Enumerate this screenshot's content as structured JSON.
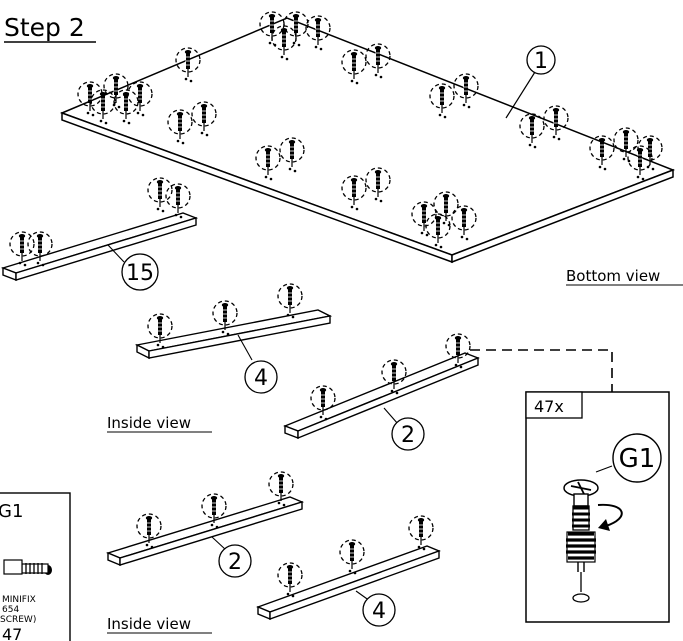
{
  "header": {
    "title": "Step 2"
  },
  "views": {
    "bottom": "Bottom view",
    "inside_top": "Inside view",
    "inside_bottom": "Inside view"
  },
  "parts": {
    "panel_1": "1",
    "rail_15": "15",
    "rail_4_top": "4",
    "rail_2_top": "2",
    "rail_2_bottom": "2",
    "rail_4_bottom": "4"
  },
  "detail": {
    "quantity": "47x",
    "part_code": "G1"
  },
  "legend_box": {
    "code": "G1",
    "name": "MINIFIX",
    "number": "654",
    "type": "SCREW)",
    "quantity": "47"
  }
}
